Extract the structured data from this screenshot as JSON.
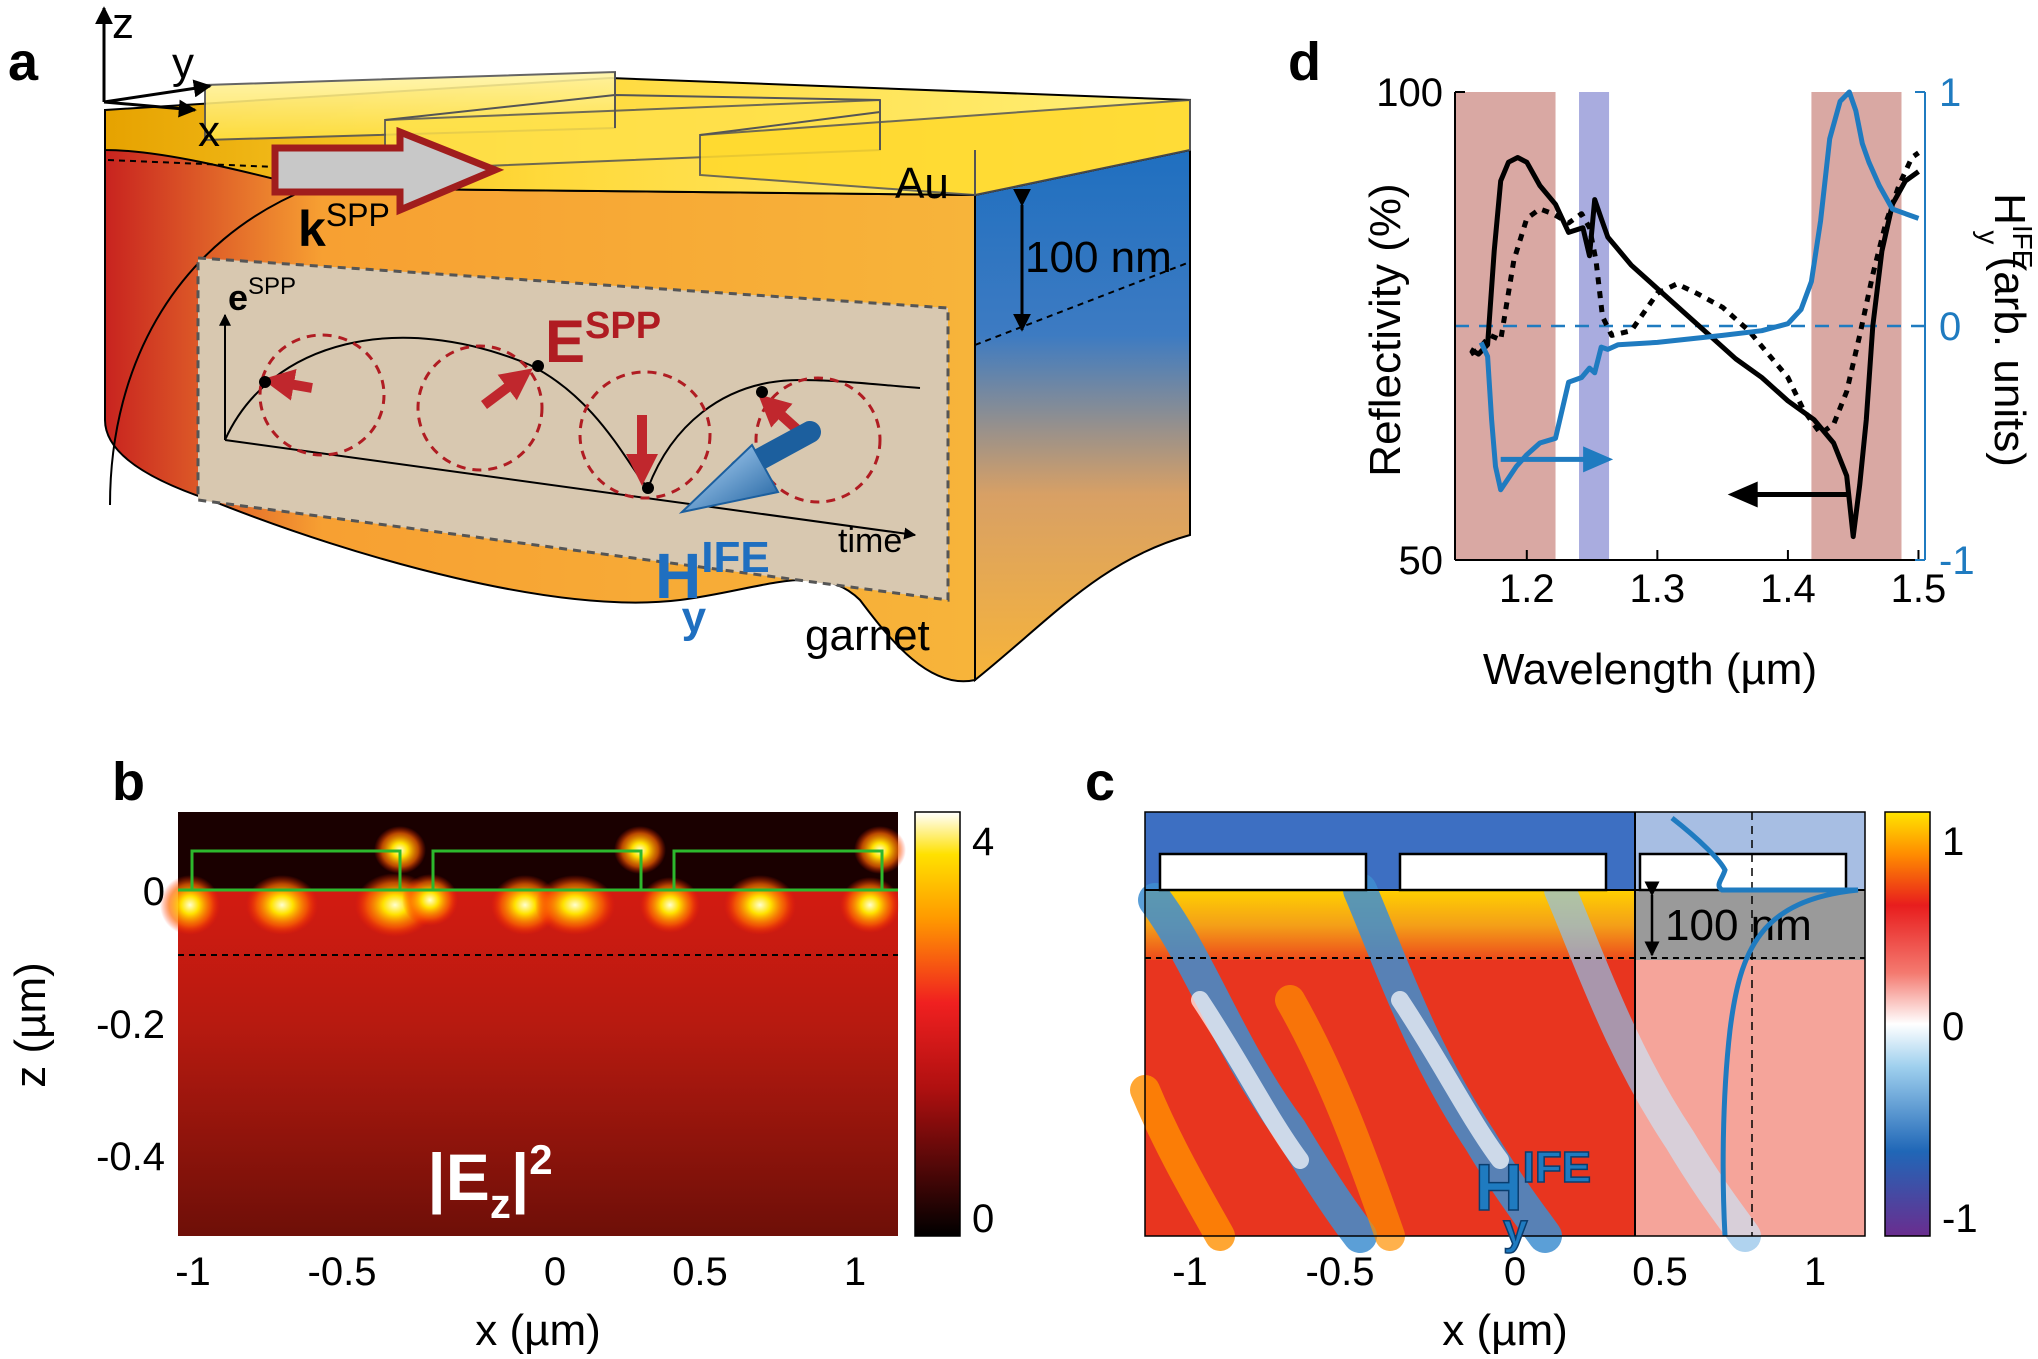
{
  "panels": {
    "a": {
      "letter": "a",
      "axis_z": "z",
      "axis_y": "y",
      "axis_x": "x",
      "au_label": "Au",
      "garnet_label": "garnet",
      "thickness_label": "100 nm",
      "k_main": "k",
      "k_sup": "SPP",
      "e_main": "e",
      "e_sup": "SPP",
      "E_main": "E",
      "E_sup": "SPP",
      "time_label": "time",
      "H_main": "H",
      "H_sub": "y",
      "H_sup": "IFE"
    },
    "b": {
      "letter": "b",
      "ylabel": "z (µm)",
      "xlabel": "x (µm)",
      "yticks": [
        "0",
        "-0.2",
        "-0.4"
      ],
      "xticks": [
        "-1",
        "-0.5",
        "0",
        "0.5",
        "1"
      ],
      "colorbar_ticks": [
        "4",
        "0"
      ],
      "field_main": "|E",
      "field_sub": "z",
      "field_close": "|",
      "field_sup": "2"
    },
    "c": {
      "letter": "c",
      "xlabel": "x (µm)",
      "xticks": [
        "-1",
        "-0.5",
        "0",
        "0.5",
        "1"
      ],
      "colorbar_ticks": [
        "1",
        "0",
        "-1"
      ],
      "thickness_label": "100 nm",
      "H_main": "H",
      "H_sub": "y",
      "H_sup": "IFE"
    },
    "d": {
      "letter": "d"
    }
  },
  "colors": {
    "black_line": "#000000",
    "blue_line": "#1f7bc0",
    "band_red": "#d9a8a3",
    "band_blue": "#a9acdf",
    "arrow_red": "#c0272d",
    "gold": "#f7b43a"
  },
  "chart_data": {
    "type": "line",
    "xlabel": "Wavelength (µm)",
    "ylabel": "Reflectivity (%)",
    "y2label_main": "H",
    "y2label_sub": "y",
    "y2label_sup": "IFE",
    "y2label_rest": " (arb. units)",
    "xlim": [
      1.145,
      1.505
    ],
    "ylim": [
      50,
      100
    ],
    "y2lim": [
      -1,
      1
    ],
    "xticks": [
      1.2,
      1.3,
      1.4,
      1.5
    ],
    "xtick_labels": [
      "1.2",
      "1.3",
      "1.4",
      "1.5"
    ],
    "yticks": [
      50,
      100
    ],
    "ytick_labels": [
      "50",
      "100"
    ],
    "y2ticks": [
      -1,
      0,
      1
    ],
    "y2tick_labels": [
      "-1",
      "0",
      "1"
    ],
    "bands": [
      {
        "x0": 1.145,
        "x1": 1.222,
        "color": "#d9a8a3"
      },
      {
        "x0": 1.24,
        "x1": 1.263,
        "color": "#a9acdf"
      },
      {
        "x0": 1.418,
        "x1": 1.487,
        "color": "#d9a8a3"
      }
    ],
    "series": [
      {
        "axis": "left",
        "style": "solid",
        "color": "#000000",
        "x": [
          1.157,
          1.163,
          1.17,
          1.175,
          1.18,
          1.186,
          1.193,
          1.2,
          1.21,
          1.222,
          1.232,
          1.243,
          1.248,
          1.252,
          1.257,
          1.262,
          1.268,
          1.28,
          1.3,
          1.32,
          1.34,
          1.36,
          1.38,
          1.4,
          1.42,
          1.435,
          1.445,
          1.45,
          1.455,
          1.46,
          1.465,
          1.472,
          1.48,
          1.49,
          1.5
        ],
        "y": [
          72.5,
          72.0,
          73.0,
          83.0,
          90.5,
          92.5,
          93.0,
          92.5,
          90.0,
          88.0,
          85.0,
          85.5,
          82.5,
          88.5,
          86.5,
          84.5,
          83.5,
          81.5,
          79.0,
          76.5,
          74.0,
          71.5,
          69.5,
          67.0,
          65.0,
          62.5,
          59.0,
          52.5,
          58.0,
          65.0,
          75.0,
          83.0,
          88.0,
          90.5,
          91.5
        ]
      },
      {
        "axis": "left",
        "style": "dotted",
        "color": "#000000",
        "x": [
          1.157,
          1.163,
          1.172,
          1.18,
          1.19,
          1.2,
          1.21,
          1.22,
          1.232,
          1.242,
          1.248,
          1.253,
          1.258,
          1.265,
          1.28,
          1.3,
          1.315,
          1.33,
          1.35,
          1.37,
          1.385,
          1.4,
          1.412,
          1.425,
          1.435,
          1.445,
          1.455,
          1.465,
          1.475,
          1.485,
          1.495,
          1.5
        ],
        "y": [
          72.0,
          72.5,
          74.0,
          73.5,
          82.0,
          86.5,
          87.5,
          87.0,
          86.0,
          87.0,
          85.5,
          82.0,
          76.0,
          74.0,
          74.5,
          78.5,
          79.5,
          78.5,
          77.0,
          74.5,
          72.0,
          69.5,
          66.0,
          63.5,
          64.5,
          68.0,
          74.0,
          80.5,
          86.0,
          90.0,
          93.0,
          93.5
        ]
      },
      {
        "axis": "right",
        "style": "solid",
        "color": "#1f7bc0",
        "x": [
          1.165,
          1.17,
          1.173,
          1.176,
          1.18,
          1.186,
          1.192,
          1.2,
          1.21,
          1.222,
          1.232,
          1.242,
          1.248,
          1.252,
          1.257,
          1.262,
          1.27,
          1.3,
          1.35,
          1.38,
          1.4,
          1.41,
          1.418,
          1.425,
          1.432,
          1.44,
          1.447,
          1.452,
          1.457,
          1.462,
          1.47,
          1.48,
          1.49,
          1.5
        ],
        "y": [
          -0.07,
          -0.13,
          -0.4,
          -0.6,
          -0.7,
          -0.65,
          -0.6,
          -0.55,
          -0.5,
          -0.48,
          -0.24,
          -0.22,
          -0.18,
          -0.2,
          -0.09,
          -0.1,
          -0.08,
          -0.07,
          -0.04,
          -0.02,
          0.01,
          0.07,
          0.19,
          0.45,
          0.8,
          0.96,
          1.0,
          0.92,
          0.78,
          0.7,
          0.6,
          0.5,
          0.48,
          0.46
        ]
      }
    ],
    "annotations": [
      {
        "type": "arrow",
        "axis": "right",
        "color": "#1f7bc0",
        "from": [
          1.18,
          -0.57
        ],
        "to": [
          1.26,
          -0.57
        ]
      },
      {
        "type": "arrow",
        "axis": "left",
        "color": "#000000",
        "from": [
          1.445,
          57.0
        ],
        "to": [
          1.36,
          57.0
        ]
      },
      {
        "type": "hline",
        "axis": "right",
        "color": "#1f7bc0",
        "style": "dashed",
        "y": 0
      }
    ]
  }
}
